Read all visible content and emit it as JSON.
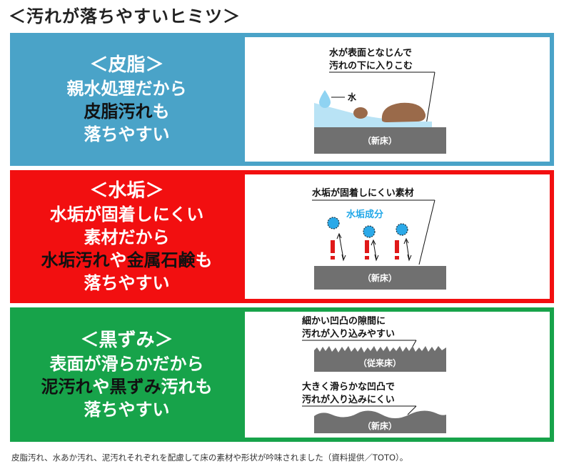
{
  "title": "＜汚れが落ちやすいヒミツ＞",
  "panels": [
    {
      "heading": "＜皮脂＞",
      "line1": "親水処理だから",
      "line2_dark": "皮脂汚れ",
      "line2_light": "も",
      "line3": "落ちやすい",
      "note_line1": "水が表面となじんで",
      "note_line2": "汚れの下に入りこむ",
      "water_label": "水",
      "floor_label": "（新床）",
      "color": "#4aa3c8"
    },
    {
      "heading": "＜水垢＞",
      "line1": "水垢が固着しにくい",
      "line2": "素材だから",
      "line3_dark_a": "水垢汚れ",
      "line3_light": "や",
      "line3_dark_b": "金属石鹸",
      "line3_light_b": "も",
      "line4": "落ちやすい",
      "note_line1": "水垢が固着しにくい素材",
      "component_label": "水垢成分",
      "floor_label": "（新床）",
      "color": "#f20f10"
    },
    {
      "heading": "＜黒ずみ＞",
      "line1": "表面が滑らかだから",
      "line2_dark_a": "泥汚れ",
      "line2_light": "や",
      "line2_dark_b": "黒ずみ",
      "line2_light_b": "汚れも",
      "line3": "落ちやすい",
      "note_top_line1": "細かい凹凸の隙間に",
      "note_top_line2": "汚れが入り込みやすい",
      "floor_old_label": "（従来床）",
      "note_bottom_line1": "大きく滑らかな凹凸で",
      "note_bottom_line2": "汚れが入り込みにくい",
      "floor_new_label": "（新床）",
      "color": "#17a34a"
    }
  ],
  "caption": "皮脂汚れ、水あか汚れ、泥汚れそれぞれを配慮して床の素材や形状が吟味されました（資料提供／TOTO）。"
}
